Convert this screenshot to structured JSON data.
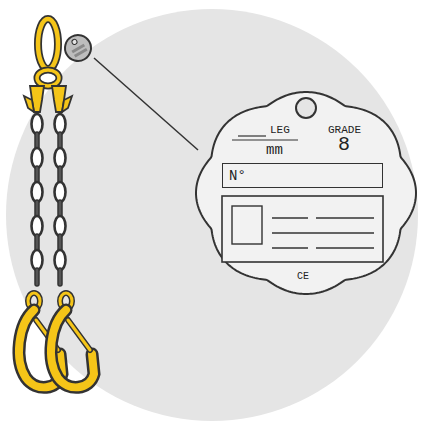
{
  "diagram": {
    "nodes": [
      {
        "text": [
          "LEG",
          "GRADE",
          "mm",
          "8",
          "CE"
        ]
      },
      {
        "text": [
          "N°"
        ],
        "in": 0
      }
    ]
  }
}
